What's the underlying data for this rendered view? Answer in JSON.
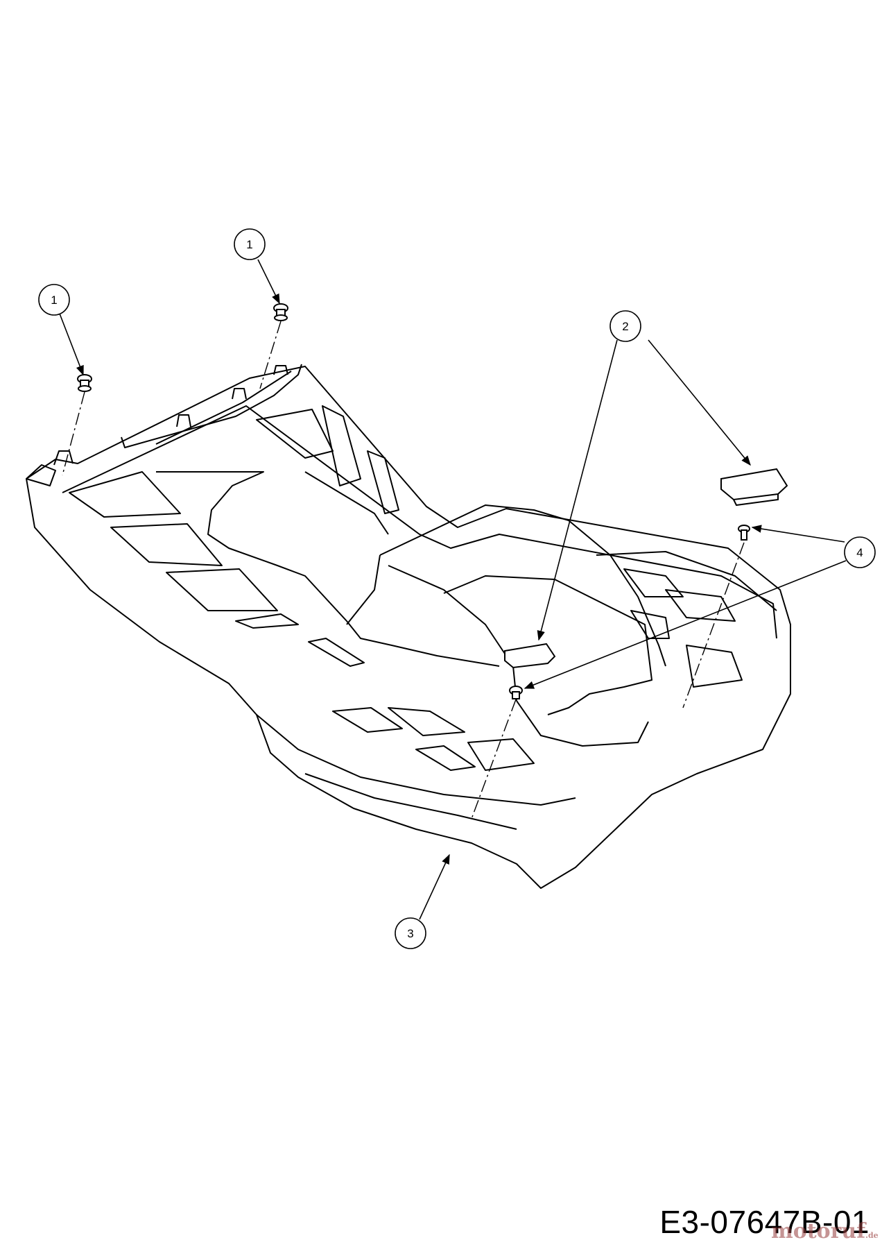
{
  "diagram": {
    "callouts": [
      {
        "id": "1a",
        "label": "1"
      },
      {
        "id": "1b",
        "label": "1"
      },
      {
        "id": "2",
        "label": "2"
      },
      {
        "id": "3",
        "label": "3"
      },
      {
        "id": "4",
        "label": "4"
      }
    ],
    "drawing_number": "E3-07647B-01",
    "watermark": {
      "text": "motoruf",
      "suffix": ".de"
    },
    "colors": {
      "line": "#000000",
      "background": "#ffffff",
      "watermark": "#963c3c"
    }
  }
}
